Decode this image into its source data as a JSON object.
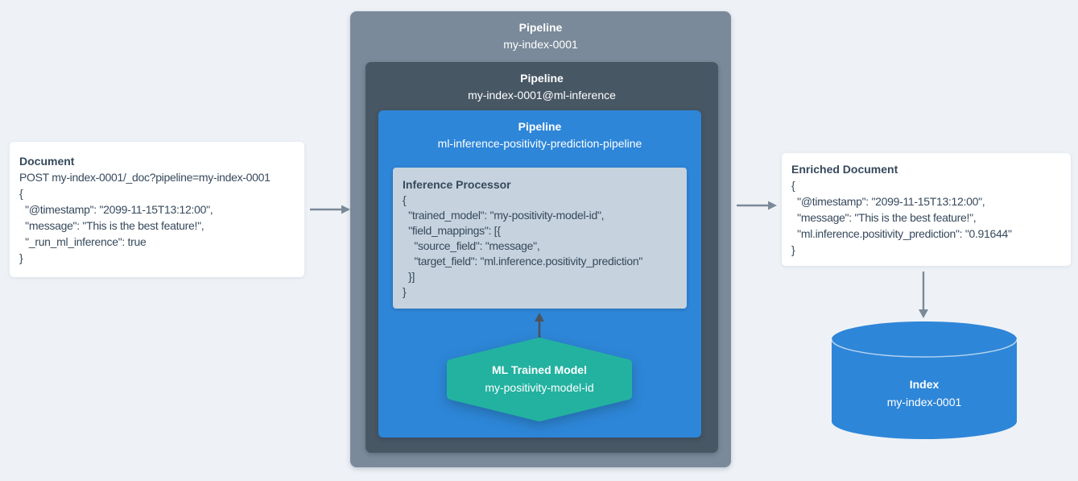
{
  "colors": {
    "background": "#eef2f6",
    "pipeline_outer": "#7a8a9a",
    "pipeline_inner": "#485764",
    "pipeline_blue": "#2e86d8",
    "processor_bg": "#c6d2dd",
    "model_teal": "#23b2a0",
    "index_blue": "#2e86d8",
    "text_dark": "#37495c",
    "arrow_gray": "#7b8a99",
    "arrow_dark": "#4b545c",
    "card_bg": "#ffffff"
  },
  "document_card": {
    "title": "Document",
    "body": "POST my-index-0001/_doc?pipeline=my-index-0001\n{\n  \"@timestamp\": \"2099-11-15T13:12:00\",\n  \"message\": \"This is the best feature!\",\n  \"_run_ml_inference\": true\n}"
  },
  "pipelines": {
    "outer": {
      "label": "Pipeline",
      "name": "my-index-0001"
    },
    "ml_inference": {
      "label": "Pipeline",
      "name": "my-index-0001@ml-inference"
    },
    "positivity": {
      "label": "Pipeline",
      "name": "ml-inference-positivity-prediction-pipeline"
    }
  },
  "inference_processor": {
    "title": "Inference Processor",
    "body": "{\n  \"trained_model\": \"my-positivity-model-id\",\n  \"field_mappings\": [{\n    \"source_field\": \"message\",\n    \"target_field\": \"ml.inference.positivity_prediction\"\n  }]\n}"
  },
  "ml_trained_model": {
    "title": "ML Trained Model",
    "name": "my-positivity-model-id"
  },
  "enriched_card": {
    "title": "Enriched Document",
    "body": "{\n  \"@timestamp\": \"2099-11-15T13:12:00\",\n  \"message\": \"This is the best feature!\",\n  \"ml.inference.positivity_prediction\": \"0.91644\"\n}"
  },
  "index_store": {
    "title": "Index",
    "name": "my-index-0001"
  }
}
